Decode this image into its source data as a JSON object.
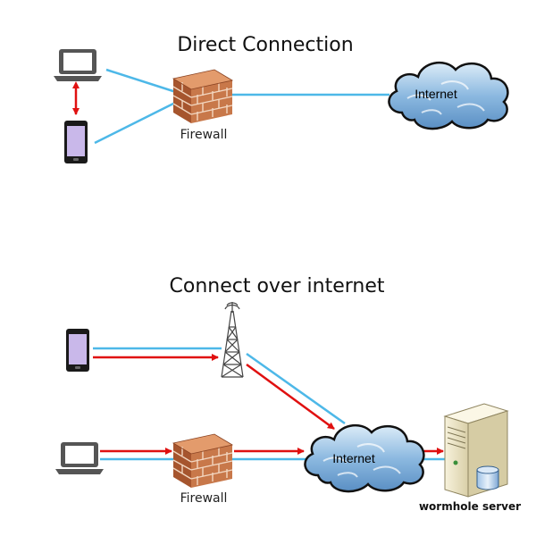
{
  "top_section": {
    "title": "Direct Connection",
    "firewall_label": "Firewall",
    "internet_label": "Internet"
  },
  "bottom_section": {
    "title": "Connect over internet",
    "firewall_label": "Firewall",
    "internet_label": "Internet",
    "server_label": "wormhole server"
  },
  "colors": {
    "link_blue": "#4db8e8",
    "flow_red": "#e01010",
    "brick": "#c8784a",
    "cloud": "#9fc6e6",
    "phone_screen": "#c9b8ea",
    "laptop": "#555555"
  },
  "icons": [
    "laptop-icon",
    "phone-icon",
    "firewall-icon",
    "cloud-icon",
    "cell-tower-icon",
    "server-icon"
  ]
}
